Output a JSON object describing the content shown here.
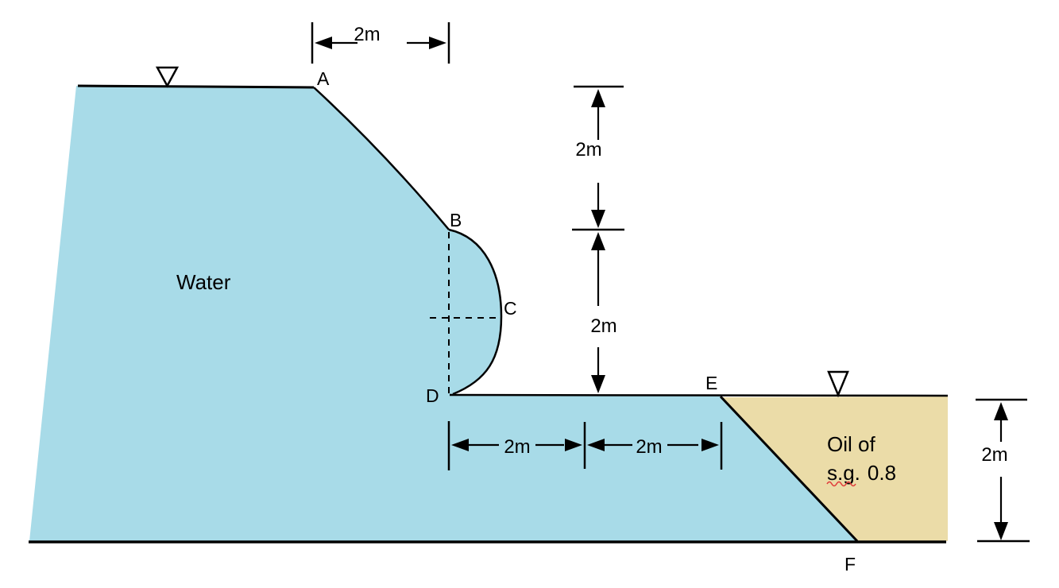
{
  "diagram": {
    "labels": {
      "point_a": "A",
      "point_b": "B",
      "point_c": "C",
      "point_d": "D",
      "point_e": "E",
      "point_f": "F",
      "water": "Water",
      "oil_line1": "Oil of",
      "oil_sg": "s.g.",
      "oil_value": "0.8"
    },
    "dimensions": {
      "top_width": "2m",
      "right_upper_height": "2m",
      "right_mid_height": "2m",
      "bottom_left_width": "2m",
      "bottom_right_width": "2m",
      "oil_depth": "2m"
    },
    "colors": {
      "water_fill": "#A8DBE8",
      "oil_fill": "#EBDCA8",
      "line": "#000000",
      "spellcheck_squiggle": "#E03A3A"
    }
  }
}
